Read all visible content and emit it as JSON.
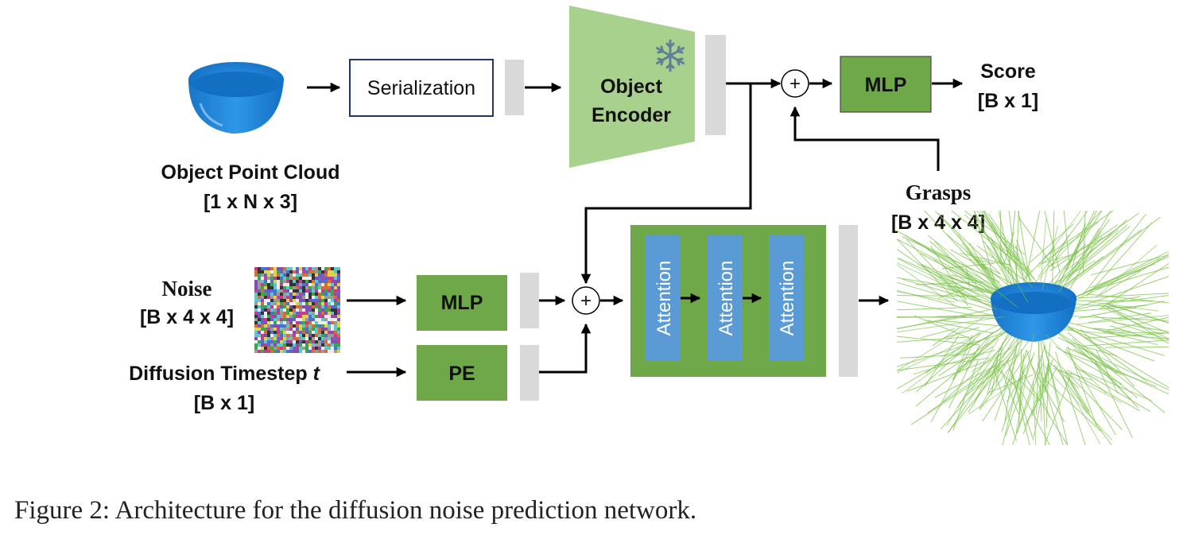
{
  "labels": {
    "serialization": "Serialization",
    "object_encoder_line1": "Object",
    "object_encoder_line2": "Encoder",
    "mlp_top": "MLP",
    "score": "Score",
    "score_dim": "[B x 1]",
    "object_point_cloud": "Object Point Cloud",
    "point_cloud_dim": "[1 x N x 3]",
    "grasps": "Grasps",
    "grasps_dim": "[B x 4 x 4]",
    "noise": "Noise",
    "noise_dim": "[B x 4 x 4]",
    "diffusion_timestep": "Diffusion Timestep ",
    "timestep_var": "t",
    "timestep_dim": "[B x 1]",
    "mlp_bottom": "MLP",
    "pe": "PE",
    "attention_1": "Attention",
    "attention_2": "Attention",
    "attention_3": "Attention",
    "plus": "+"
  },
  "icons": {
    "encoder_frozen": "snowflake-icon",
    "bowl": "bowl-image",
    "noise": "noise-image",
    "grasps": "grasp-cloud-image"
  },
  "colors": {
    "green_block": "#6fa848",
    "encoder_green": "#a9d18e",
    "attention_blue": "#5b9bd5",
    "feature_gray": "#d9d9d9",
    "bowl_blue": "#1e88d8",
    "grasp_green": "#7cc34a",
    "snowflake": "#5f7f99"
  },
  "caption": "Figure 2: Architecture for the diffusion noise prediction network."
}
